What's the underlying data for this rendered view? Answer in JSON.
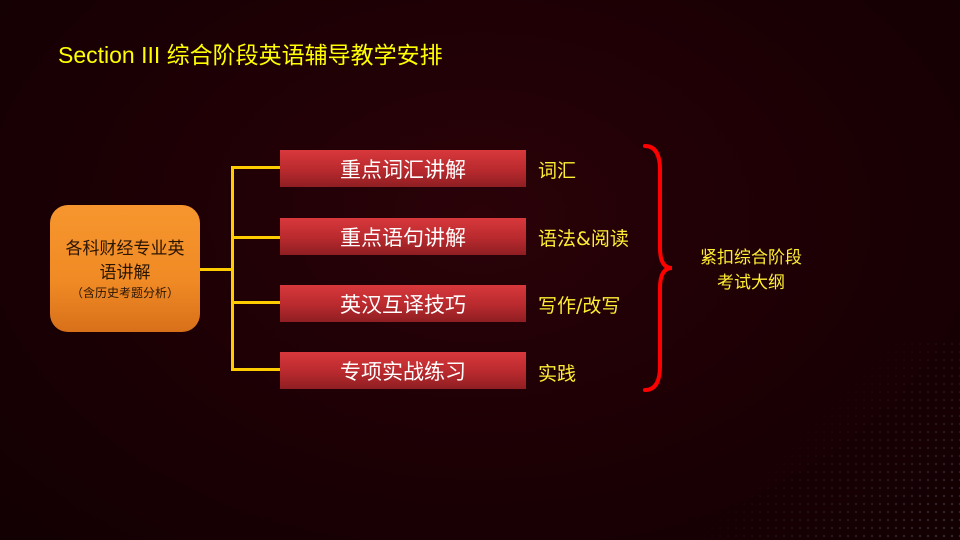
{
  "title": "Section III 综合阶段英语辅导教学安排",
  "source_box": {
    "main": "各科财经专业英语讲解",
    "sub": "（含历史考题分析）"
  },
  "items": [
    {
      "label": "重点词汇讲解",
      "tag": "词汇"
    },
    {
      "label": "重点语句讲解",
      "tag": "语法&阅读"
    },
    {
      "label": "英汉互译技巧",
      "tag": "写作/改写"
    },
    {
      "label": "专项实战练习",
      "tag": "实践"
    }
  ],
  "summary": {
    "line1": "紧扣综合阶段",
    "line2": "考试大纲"
  },
  "colors": {
    "title": "#ffff00",
    "connector": "#ffcc00",
    "brace": "#ff0000",
    "box": "#c0302f",
    "source": "#f08a24"
  }
}
